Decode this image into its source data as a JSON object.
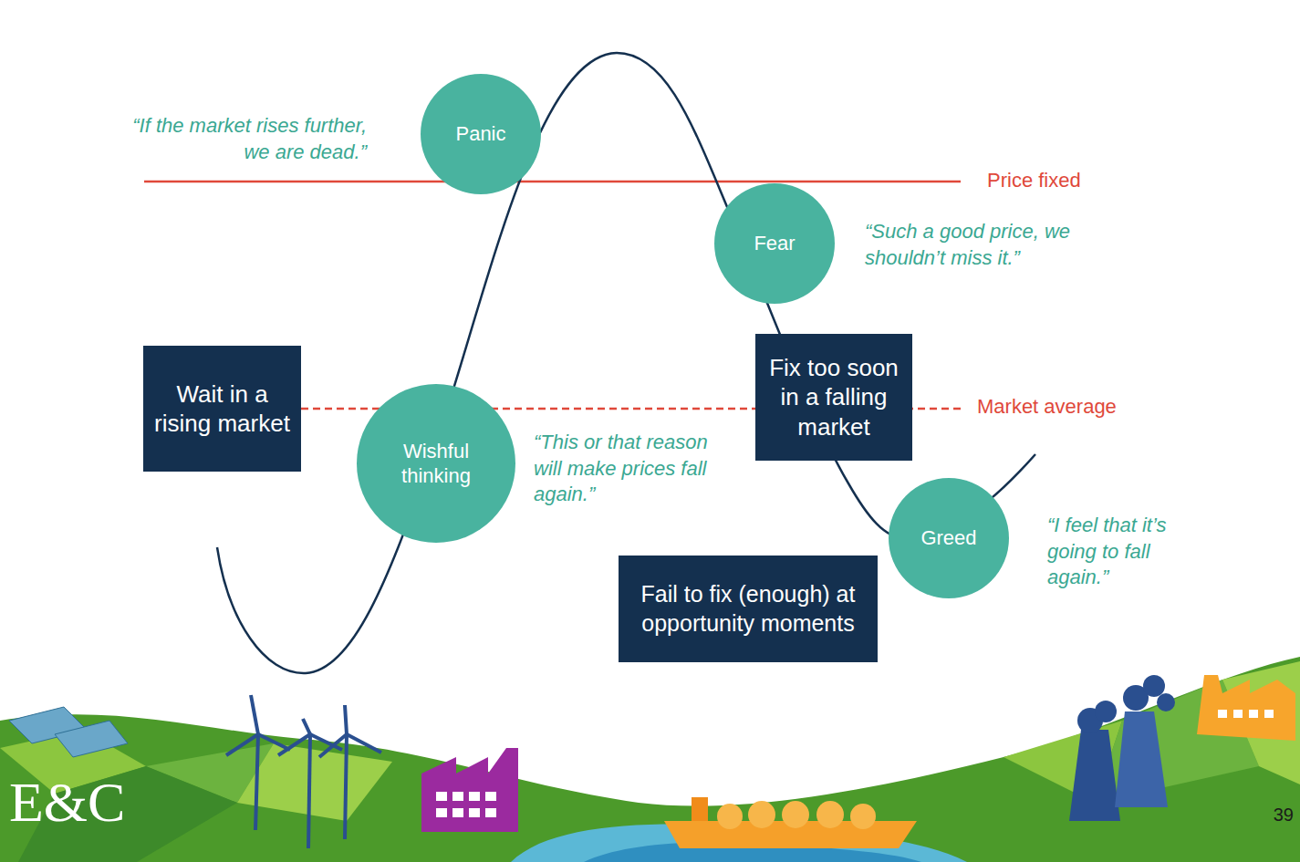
{
  "diagram": {
    "nodes": [
      {
        "text": [
          "Panic"
        ]
      },
      {
        "text": [
          "Fear"
        ]
      },
      {
        "text": [
          "Wait in a rising market"
        ]
      },
      {
        "text": [
          "Wishful thinking"
        ]
      },
      {
        "text": [
          "Fix too soon in a falling market"
        ]
      },
      {
        "text": [
          "Greed"
        ]
      },
      {
        "text": [
          "Fail to fix (enough) at opportunity moments"
        ]
      }
    ],
    "labels": [
      "“If the market rises further, we are dead.”",
      "Price fixed",
      "“Such a good price, we shouldn’t miss it.”",
      "Market average",
      "“This or that reason will make prices fall again.”",
      "“I feel that it’s going to fall again.”",
      "39",
      "E&C"
    ]
  }
}
